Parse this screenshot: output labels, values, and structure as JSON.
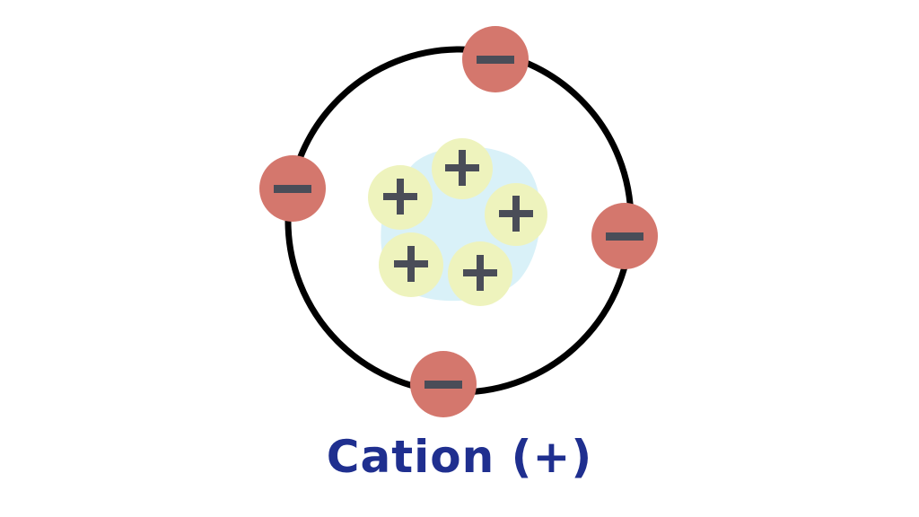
{
  "caption": "Cation (+)",
  "colors": {
    "background": "#ffffff",
    "orbit": "#000000",
    "electron": "#d4776d",
    "nucleus_cloud": "#d9f1f8",
    "proton": "#eef3bd",
    "sign": "#4a4d58",
    "caption": "#1f2f8f"
  },
  "electron_sign": "−",
  "proton_sign": "+",
  "counts": {
    "electrons": 4,
    "protons": 5
  }
}
